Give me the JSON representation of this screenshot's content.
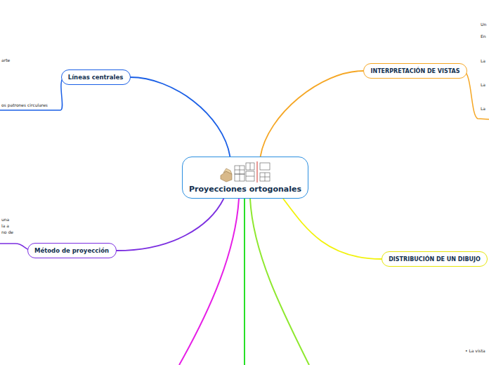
{
  "diagram": {
    "nodes": [
      {
        "text": [
          "Proyecciones ortogonales"
        ]
      },
      {
        "text": [
          "Líneas centrales"
        ]
      },
      {
        "text": [
          "INTERPRETACIÓN DE VISTAS"
        ]
      },
      {
        "text": [
          "Método de proyección"
        ]
      },
      {
        "text": [
          "DISTRIBUCIÓN DE UN DIBUJO"
        ]
      }
    ],
    "edges": [
      {
        "from": 0,
        "to": 1,
        "arrow": "none"
      },
      {
        "from": 0,
        "to": 2,
        "arrow": "none"
      },
      {
        "from": 0,
        "to": 3,
        "arrow": "none"
      },
      {
        "from": 0,
        "to": 4,
        "arrow": "none"
      }
    ],
    "labels": [
      "arte",
      "os patrones circulares",
      "una",
      "la a",
      "no de",
      "Un",
      "En",
      "La",
      "La",
      "La",
      "• La vista"
    ]
  }
}
